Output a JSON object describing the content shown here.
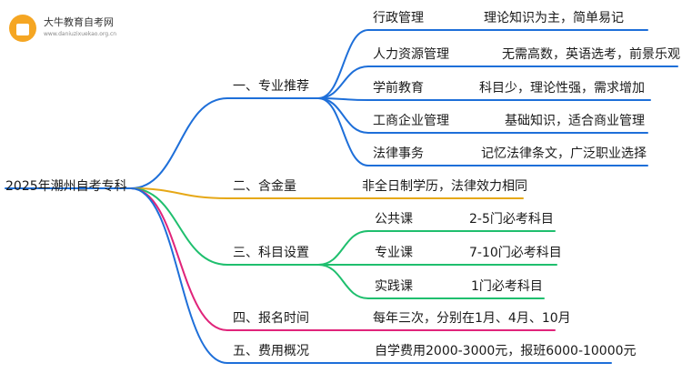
{
  "logo": {
    "name": "大牛教育自考网",
    "url": "www.daniuzixuekao.org.cn"
  },
  "root": "2025年潮州自考专科",
  "colors": {
    "blue": "#1e6fd9",
    "orange": "#e6a817",
    "green": "#1fbf6e",
    "pink": "#e0247a"
  },
  "branches": [
    {
      "label": "一、专业推荐",
      "children": [
        {
          "label": "行政管理",
          "detail": "理论知识为主，简单易记"
        },
        {
          "label": "人力资源管理",
          "detail": "无需高数，英语选考，前景乐观"
        },
        {
          "label": "学前教育",
          "detail": "科目少，理论性强，需求增加"
        },
        {
          "label": "工商企业管理",
          "detail": "基础知识，适合商业管理"
        },
        {
          "label": "法律事务",
          "detail": "记忆法律条文，广泛职业选择"
        }
      ]
    },
    {
      "label": "二、含金量",
      "detail": "非全日制学历，法律效力相同"
    },
    {
      "label": "三、科目设置",
      "children": [
        {
          "label": "公共课",
          "detail": "2-5门必考科目"
        },
        {
          "label": "专业课",
          "detail": "7-10门必考科目"
        },
        {
          "label": "实践课",
          "detail": "1门必考科目"
        }
      ]
    },
    {
      "label": "四、报名时间",
      "detail": "每年三次，分别在1月、4月、10月"
    },
    {
      "label": "五、费用概况",
      "detail": "自学费用2000-3000元，报班6000-10000元"
    }
  ]
}
